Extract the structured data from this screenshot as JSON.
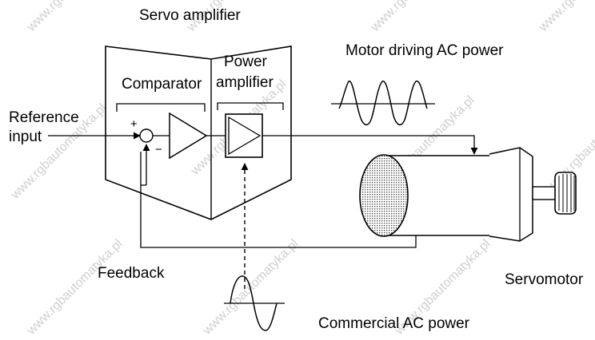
{
  "labels": {
    "servo_amplifier": "Servo amplifier",
    "power_amplifier_line1": "Power",
    "power_amplifier_line2": "amplifier",
    "comparator": "Comparator",
    "motor_driving_ac_power": "Motor driving AC power",
    "reference_input_line1": "Reference",
    "reference_input_line2": "input",
    "feedback": "Feedback",
    "servomotor": "Servomotor",
    "commercial_ac_power": "Commercial AC power",
    "plus_sign": "+",
    "minus_sign": "−"
  },
  "watermark": "www.rgbautomatyka.pl"
}
